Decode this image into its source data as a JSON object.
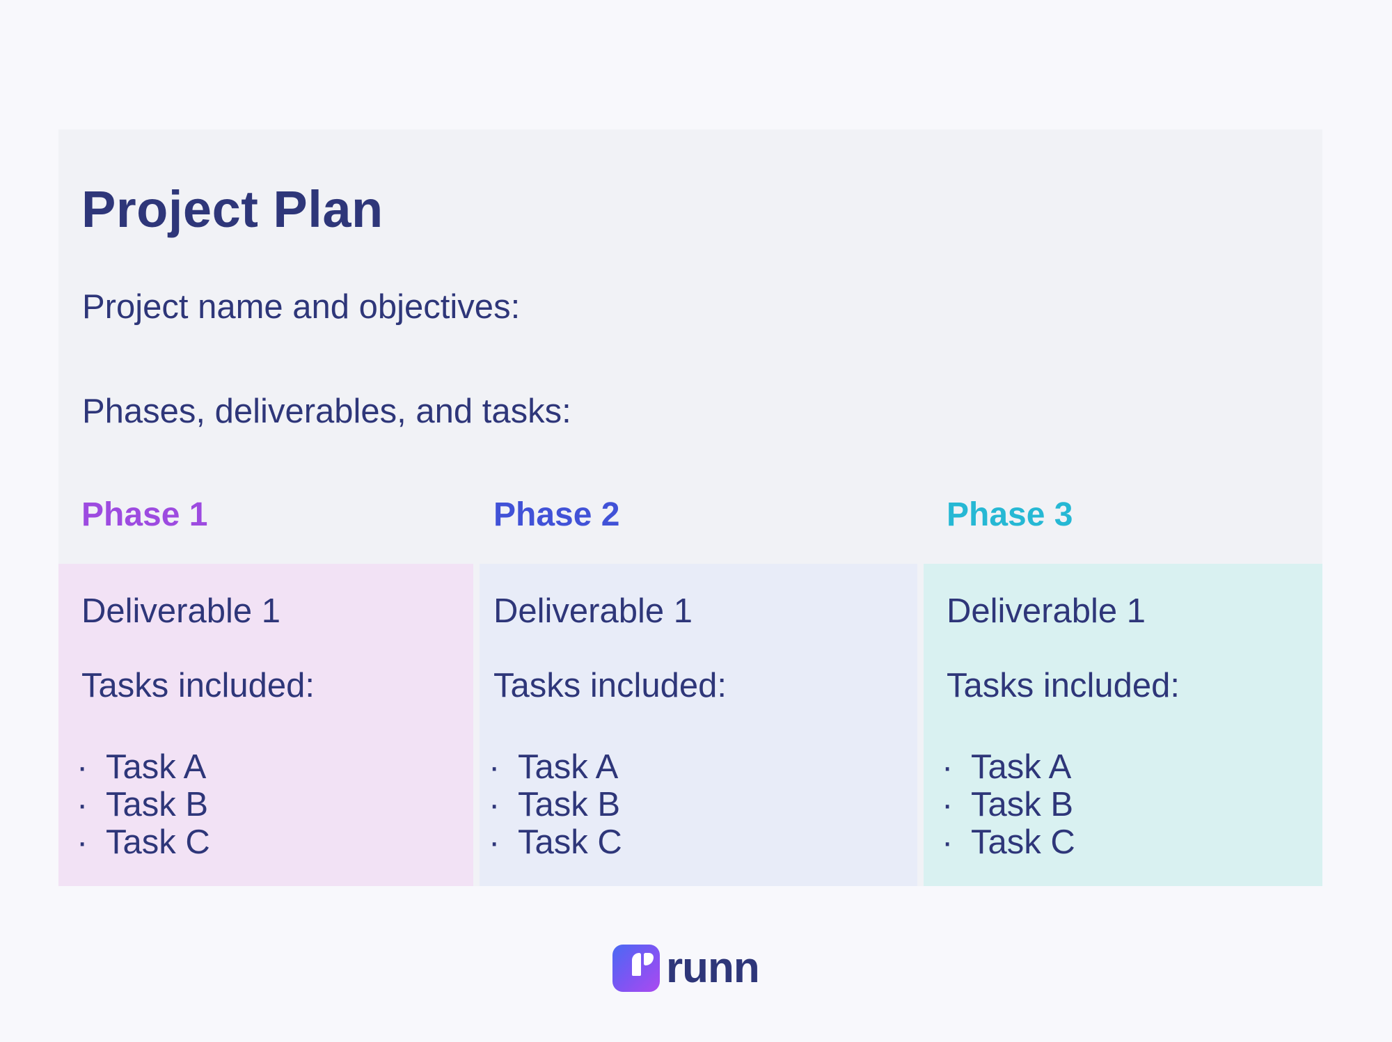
{
  "page": {
    "title": "Project Plan",
    "objectives_label": "Project name and objectives:",
    "phases_label": "Phases, deliverables, and tasks:"
  },
  "phases": [
    {
      "label": "Phase 1",
      "deliverable": "Deliverable 1",
      "tasks_label": "Tasks included:",
      "tasks": [
        "Task A",
        "Task B",
        "Task C"
      ],
      "accent_color": "#9d4be0",
      "panel_bg": "#f2e2f5"
    },
    {
      "label": "Phase 2",
      "deliverable": "Deliverable 1",
      "tasks_label": "Tasks included:",
      "tasks": [
        "Task A",
        "Task B",
        "Task C"
      ],
      "accent_color": "#4152d7",
      "panel_bg": "#e8ecf8"
    },
    {
      "label": "Phase 3",
      "deliverable": "Deliverable 1",
      "tasks_label": "Tasks included:",
      "tasks": [
        "Task A",
        "Task B",
        "Task C"
      ],
      "accent_color": "#26b8d4",
      "panel_bg": "#d9f1f1"
    }
  ],
  "footer": {
    "brand_name": "runn"
  },
  "colors": {
    "page_bg": "#f8f8fc",
    "card_bg": "#f1f2f6",
    "text_navy": "#2e3679",
    "logo_gradient_start": "#4a6af3",
    "logo_gradient_end": "#ab4af0"
  }
}
